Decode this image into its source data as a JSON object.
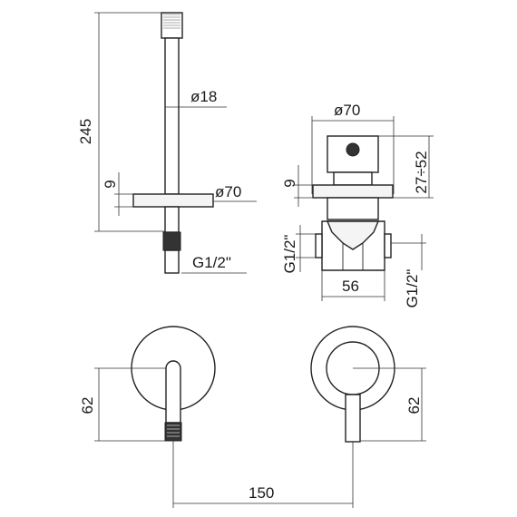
{
  "dimensions": {
    "spout_height": "245",
    "spout_diameter": "ø18",
    "plate_thickness_left": "9",
    "plate_diameter_left": "ø70",
    "thread_left": "G1/2\"",
    "body_diameter": "ø70",
    "plate_thickness_right": "9",
    "adjust_range": "27÷52",
    "thread_right_a": "G1/2\"",
    "body_width": "56",
    "thread_right_b": "G1/2\"",
    "front_height_left": "62",
    "front_height_right": "62",
    "centre_distance": "150"
  }
}
